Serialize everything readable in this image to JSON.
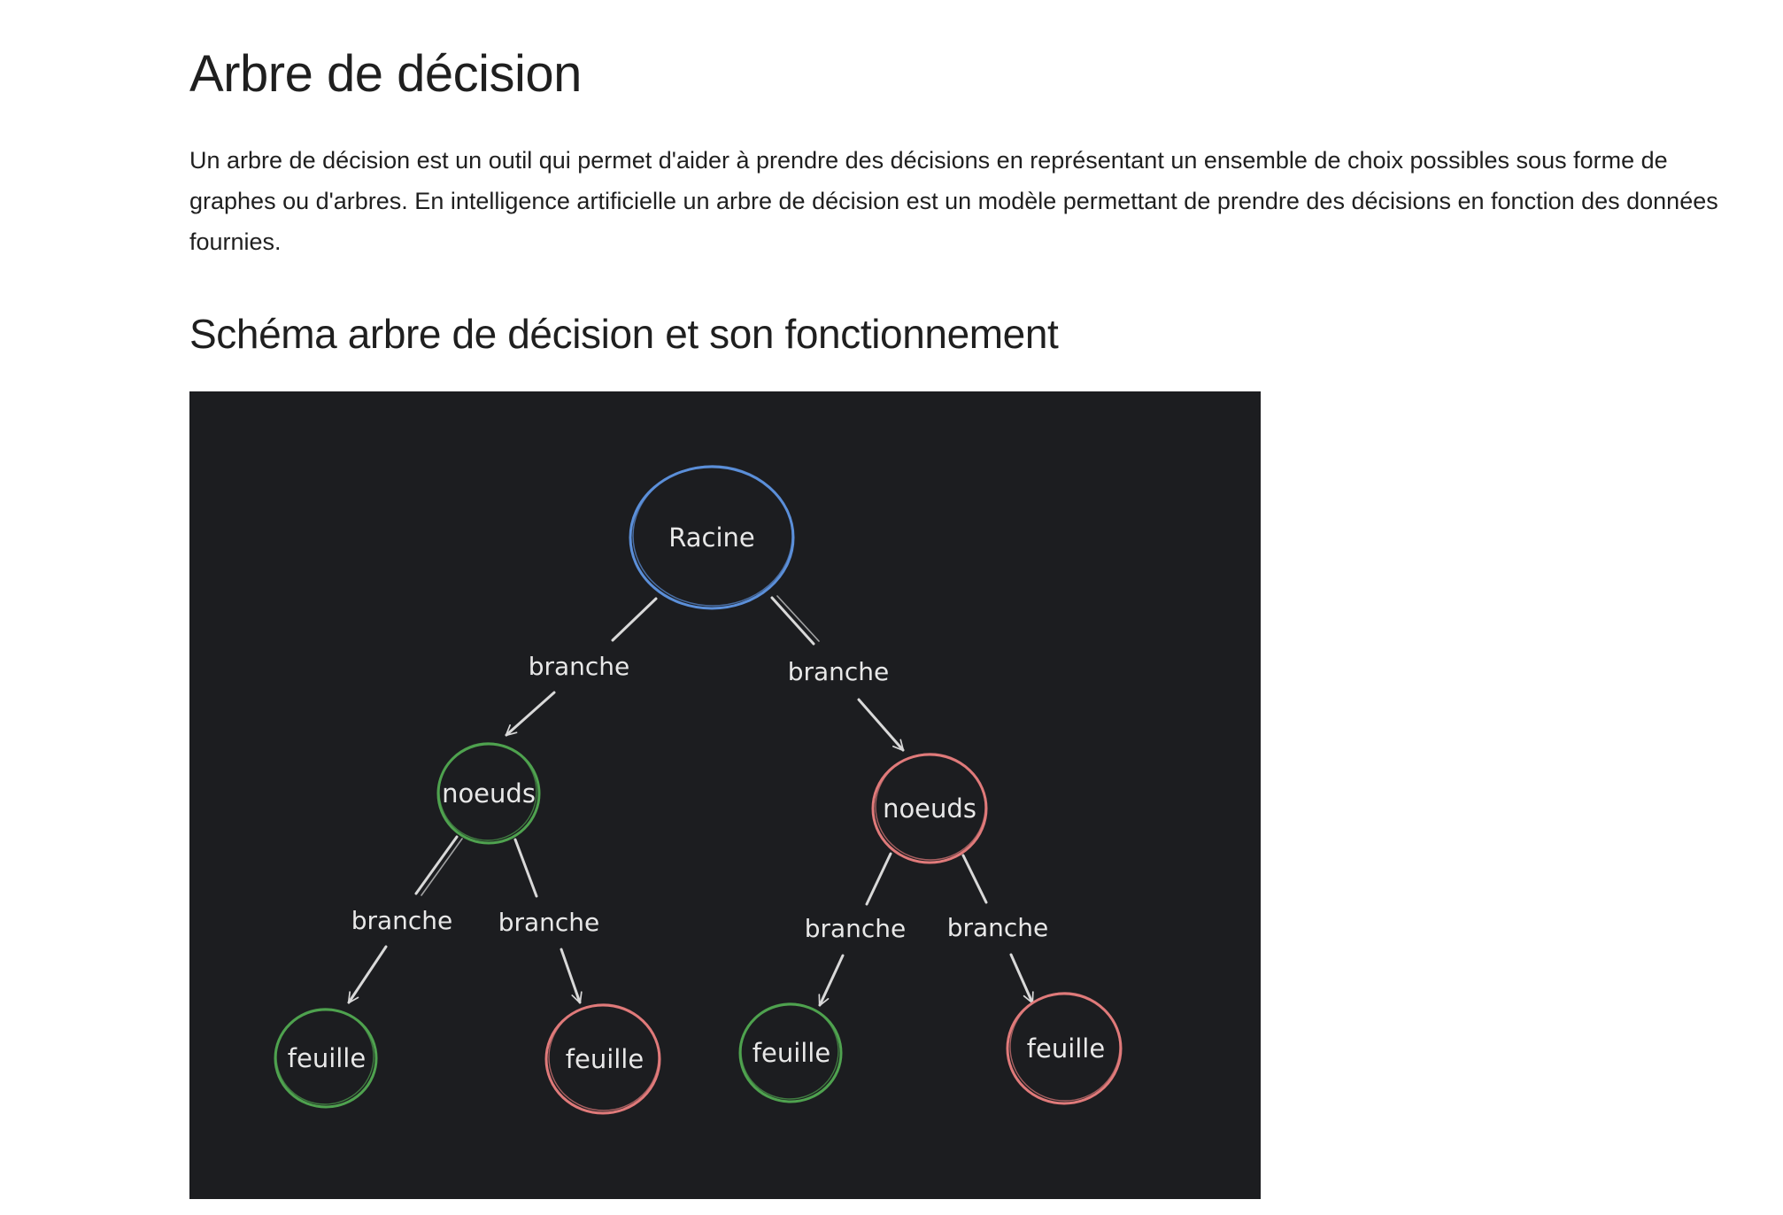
{
  "article": {
    "title": "Arbre de décision",
    "intro": "Un arbre de décision est un outil qui permet d'aider à prendre des décisions en représentant un ensemble de choix possibles sous forme de graphes ou d'arbres. En intelligence artificielle un arbre de décision est un modèle permettant de prendre des décisions en fonction des données fournies.",
    "section_title": "Schéma arbre de décision et son fonctionnement"
  },
  "diagram": {
    "colors": {
      "background": "#1c1d20",
      "root": "#5b8fd9",
      "green": "#4fa24f",
      "red": "#e07a7a",
      "line": "#d9d9d9",
      "text": "#e8e8e8"
    },
    "root": {
      "label": "Racine"
    },
    "node_left": {
      "label": "noeuds"
    },
    "node_right": {
      "label": "noeuds"
    },
    "leaf_1": {
      "label": "feuille"
    },
    "leaf_2": {
      "label": "feuille"
    },
    "leaf_3": {
      "label": "feuille"
    },
    "leaf_4": {
      "label": "feuille"
    },
    "branch_root_left": {
      "label": "branche"
    },
    "branch_root_right": {
      "label": "branche"
    },
    "branch_left_left": {
      "label": "branche"
    },
    "branch_left_right": {
      "label": "branche"
    },
    "branch_right_left": {
      "label": "branche"
    },
    "branch_right_right": {
      "label": "branche"
    }
  }
}
